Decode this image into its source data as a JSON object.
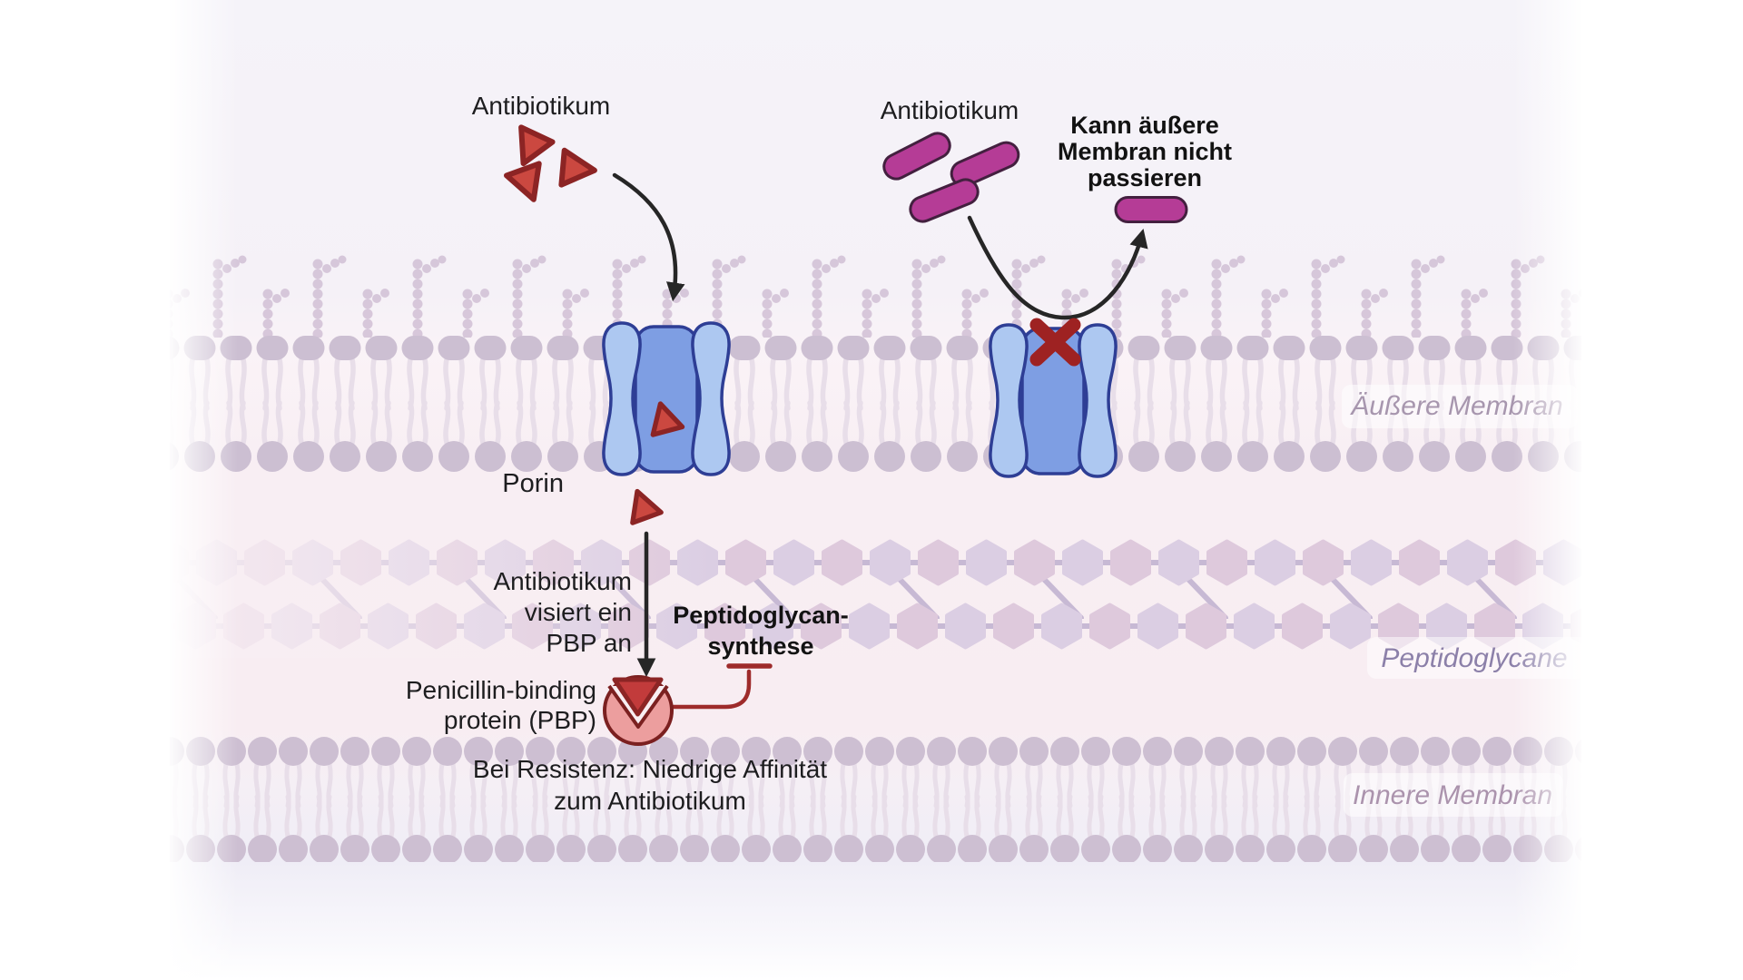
{
  "left": {
    "antibiotic": "Antibiotikum",
    "porin": "Porin",
    "target": [
      "Antibiotikum",
      "visiert ein",
      "PBP an"
    ],
    "synthesis": [
      "Peptidoglycan-",
      "synthese"
    ],
    "pbp": [
      "Penicillin-binding",
      "protein (PBP)"
    ],
    "resistance": [
      "Bei Resistenz: Niedrige Affinität",
      "zum Antibiotikum"
    ]
  },
  "right": {
    "antibiotic": "Antibiotikum",
    "blocked": [
      "Kann äußere",
      "Membran nicht",
      "passieren"
    ]
  },
  "layers": {
    "outer": "Äußere Membran",
    "peptidoglycan": "Peptidoglycane",
    "inner": "Innere Membran"
  },
  "colors": {
    "antibiotic_red": "#a83a3a",
    "antibiotic_magenta": "#a23390",
    "triangle_fill": "#cb4840",
    "triangle_stroke": "#8c2424",
    "pill_fill": "#b53c96",
    "porin_lobe": "#adc8f1",
    "porin_channel": "#7e9ee3",
    "porin_stroke": "#2e3e95",
    "block_x": "#9e2222",
    "inhibition_line": "#9e2b2b",
    "pbp_fill": "#ec9e9e",
    "pbp_stroke": "#7b2020",
    "membrane_head": "#ccbfd2",
    "membrane_tail": "#e8dee9",
    "hexagon_a": "#dbcee3",
    "hexagon_b": "#dec9dc",
    "layer_label_outer": "#a796ae",
    "layer_label_pg": "#8c80a9",
    "layer_label_inner": "#ab93ad"
  }
}
